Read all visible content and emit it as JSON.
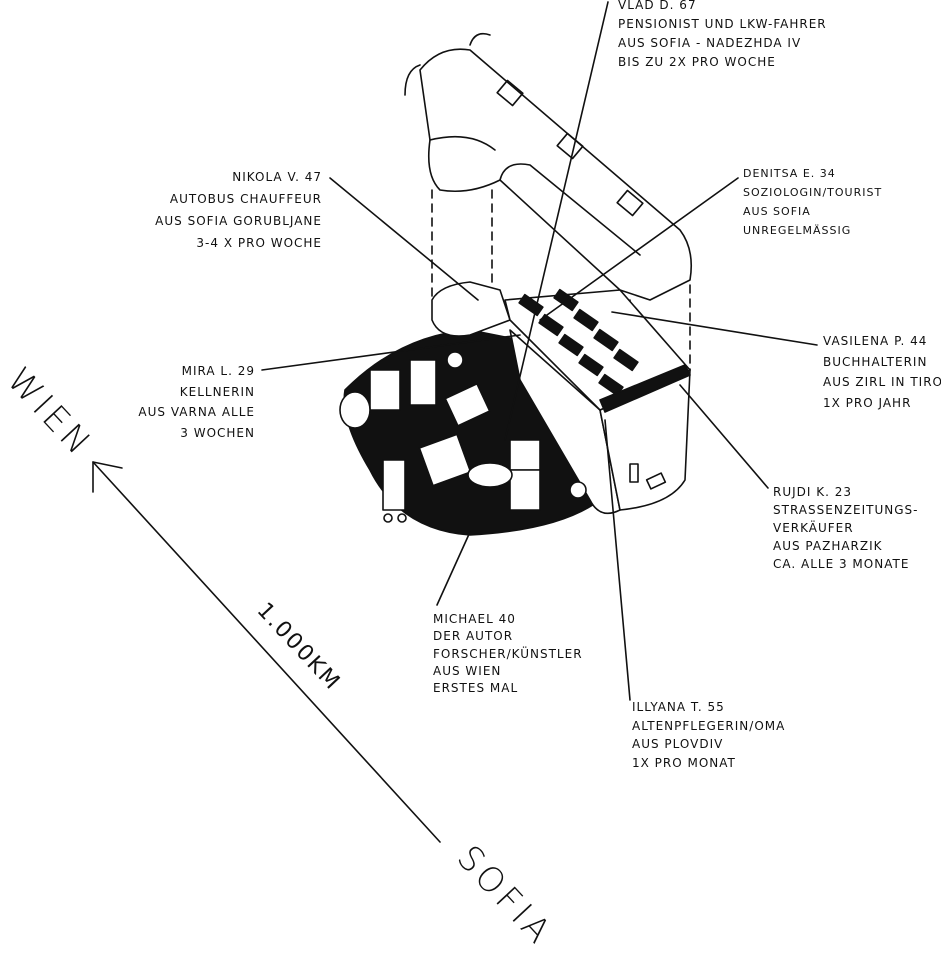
{
  "places": {
    "origin": "SOFIA",
    "destination": "WIEN",
    "distance": "1.000KM"
  },
  "passengers": [
    {
      "lines": [
        "VLAD D. 67",
        "PENSIONIST UND LKW-FAHRER",
        "AUS SOFIA - NADEZHDA IV",
        "BIS ZU 2x PRO WOCHE"
      ]
    },
    {
      "lines": [
        "DENITSA E. 34",
        "SOZIOLOGIN/TOURIST",
        "AUS SOFIA",
        "UNREGELMÄSSIG"
      ]
    },
    {
      "lines": [
        "NIKOLA V. 47",
        "AUTOBUS CHAUFFEUR",
        "AUS SOFIA GORUBLJANE",
        "3-4 x PRO WOCHE"
      ]
    },
    {
      "lines": [
        "MIRA L. 29",
        "KELLNERIN",
        "AUS VARNA ALLE",
        "3 WOCHEN"
      ]
    },
    {
      "lines": [
        "VASILENA P. 44",
        "BUCHHALTERIN",
        "AUS ZIRL IN TIROL",
        "1x PRO JAHR"
      ]
    },
    {
      "lines": [
        "RUJDI K. 23",
        "STRASSENZEITUNGS-",
        "VERKÄUFER",
        "AUS PAZHARZIK",
        "CA. ALLE 3 MONATE"
      ]
    },
    {
      "lines": [
        "MICHAEL 40",
        "DER AUTOR",
        "FORSCHER/KÜNSTLER",
        "AUS WIEN",
        "ERSTES MAL"
      ]
    },
    {
      "lines": [
        "ILLYANA T. 55",
        "ALTENPFLEGERIN/OMA",
        "AUS PLOVDIV",
        "1x PRO MONAT"
      ]
    }
  ]
}
